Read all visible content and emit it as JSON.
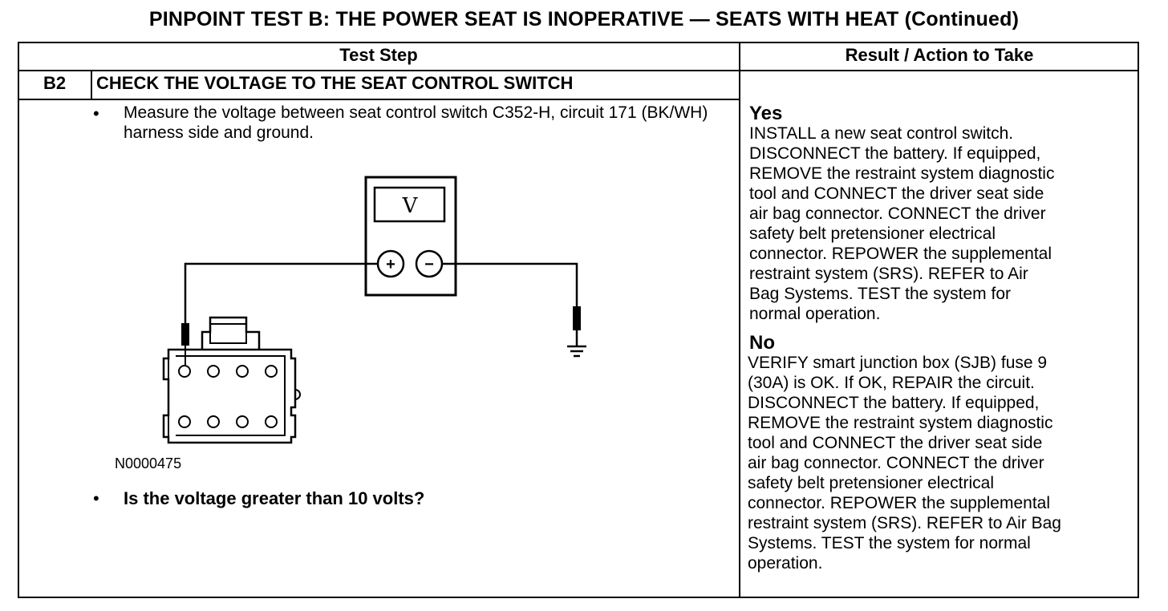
{
  "title": "PINPOINT TEST B: THE POWER SEAT IS INOPERATIVE — SEATS WITH HEAT (Continued)",
  "headers": {
    "test_step": "Test Step",
    "result": "Result / Action to Take"
  },
  "step": {
    "id": "B2",
    "title": "CHECK THE VOLTAGE TO THE SEAT CONTROL SWITCH",
    "bullet1": "Measure the voltage between seat control switch C352-H, circuit 171 (BK/WH) harness side and ground.",
    "figure_id": "N0000475",
    "meter_label": "V",
    "plus": "+",
    "minus": "−",
    "question": "Is the voltage greater than 10 volts?"
  },
  "results": {
    "yes_label": "Yes",
    "yes_text": "INSTALL a new seat control switch.\nDISCONNECT the battery. If equipped,\nREMOVE the restraint system diagnostic\ntool and CONNECT the driver seat side\nair bag  connector. CONNECT the driver\nsafety belt pretensioner electrical\nconnector. REPOWER the supplemental\nrestraint system (SRS). REFER to Air\nBag Systems. TEST the system for\nnormal  operation.",
    "no_label": "No",
    "no_text": "VERIFY smart junction box (SJB) fuse 9\n(30A) is OK. If OK, REPAIR the circuit.\nDISCONNECT the battery. If equipped,\nREMOVE the restraint system diagnostic\ntool and CONNECT the driver seat side\nair bag connector. CONNECT the driver\nsafety belt  pretensioner electrical\nconnector. REPOWER the supplemental\nrestraint system (SRS). REFER to Air Bag\nSystems. TEST the system for normal\noperation."
  }
}
